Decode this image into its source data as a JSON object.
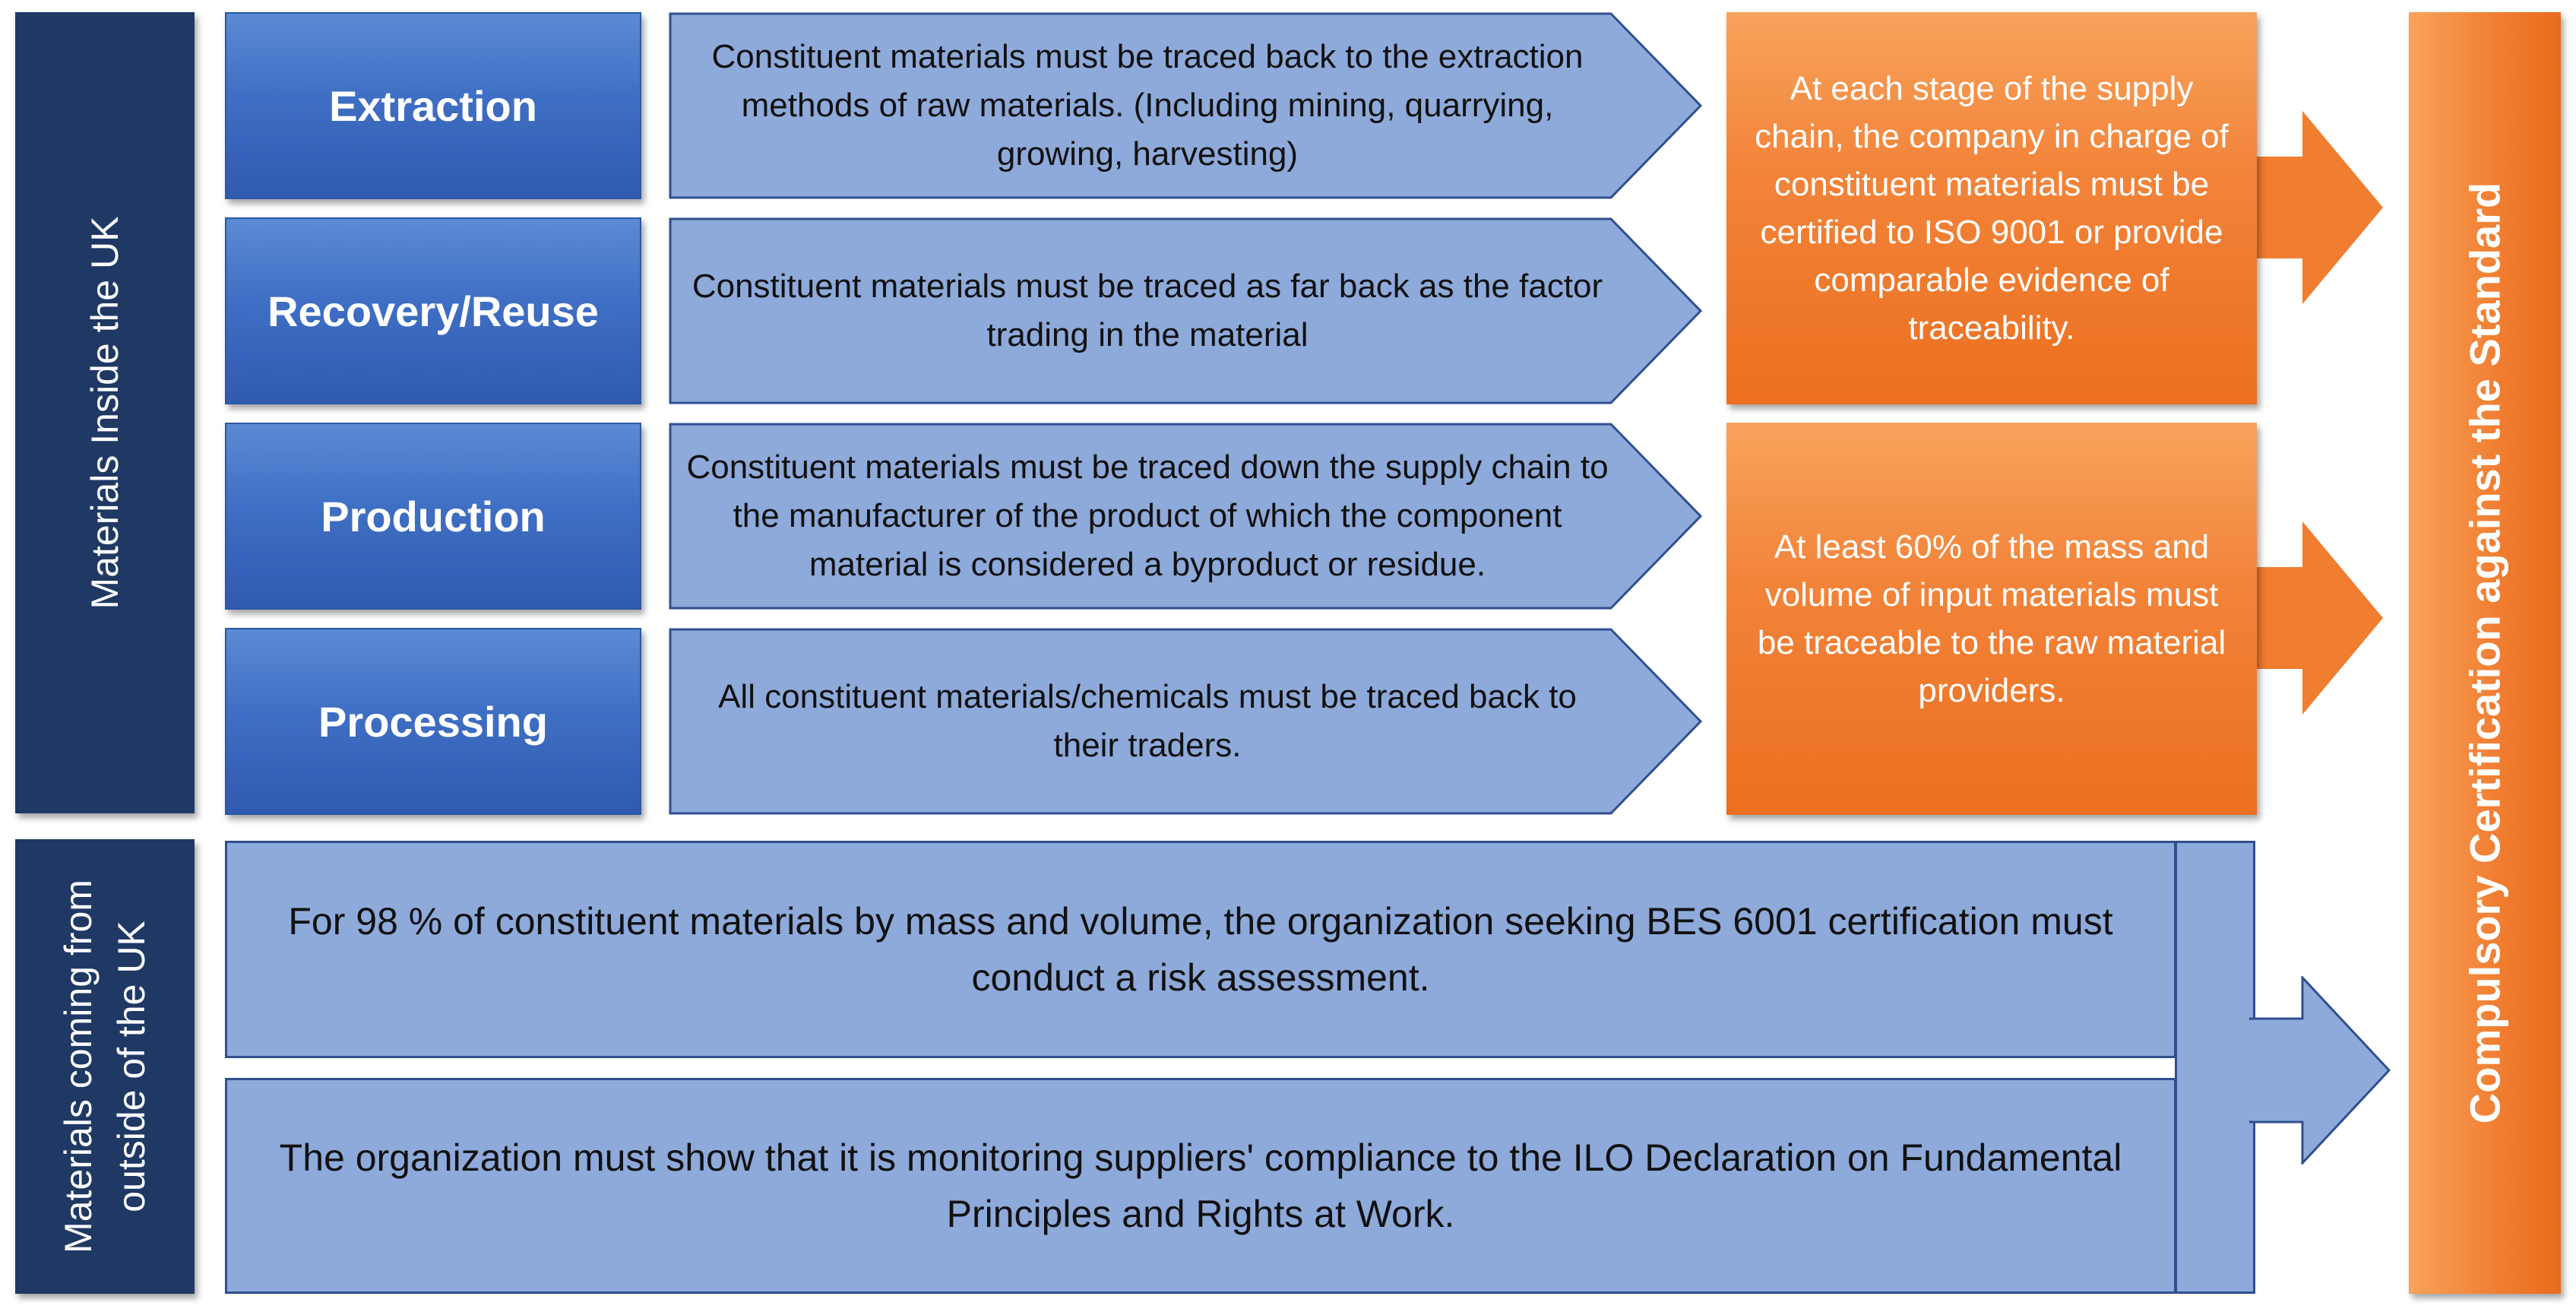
{
  "side_panels": {
    "top": {
      "label": "Materials Inside the UK"
    },
    "bottom": {
      "line1": "Materials coming from",
      "line2": "outside of the UK"
    }
  },
  "stages": [
    {
      "label": "Extraction",
      "requirement": "Constituent materials must be traced back to the extraction methods of raw materials. (Including mining, quarrying, growing, harvesting)"
    },
    {
      "label": "Recovery/Reuse",
      "requirement": "Constituent materials must be traced as far back as the factor trading in the material"
    },
    {
      "label": "Production",
      "requirement": "Constituent materials must be traced down the supply chain to the manufacturer of the product of which the component material is considered a byproduct or residue."
    },
    {
      "label": "Processing",
      "requirement": "All constituent materials/chemicals must be traced back to their traders."
    }
  ],
  "orange_boxes": {
    "upper": "At each stage of the supply chain, the company in charge of constituent materials must be certified to ISO 9001 or provide comparable evidence of traceability.",
    "lower": "At least 60% of the mass and volume of input materials must be traceable to the raw material providers."
  },
  "outside_requirements": {
    "risk_assessment": "For 98 % of constituent materials by mass and volume, the organization seeking BES 6001 certification must conduct a risk assessment.",
    "ilo_monitoring": "The organization must show that it is monitoring suppliers' compliance to the ILO Declaration on Fundamental Principles and Rights at Work."
  },
  "certification": {
    "label": "Compulsory Certification against the Standard"
  },
  "colors": {
    "navy": "#1f3864",
    "stage_blue": "#3f6fc4",
    "light_blue": "#8eaadb",
    "orange": "#f07d30"
  }
}
